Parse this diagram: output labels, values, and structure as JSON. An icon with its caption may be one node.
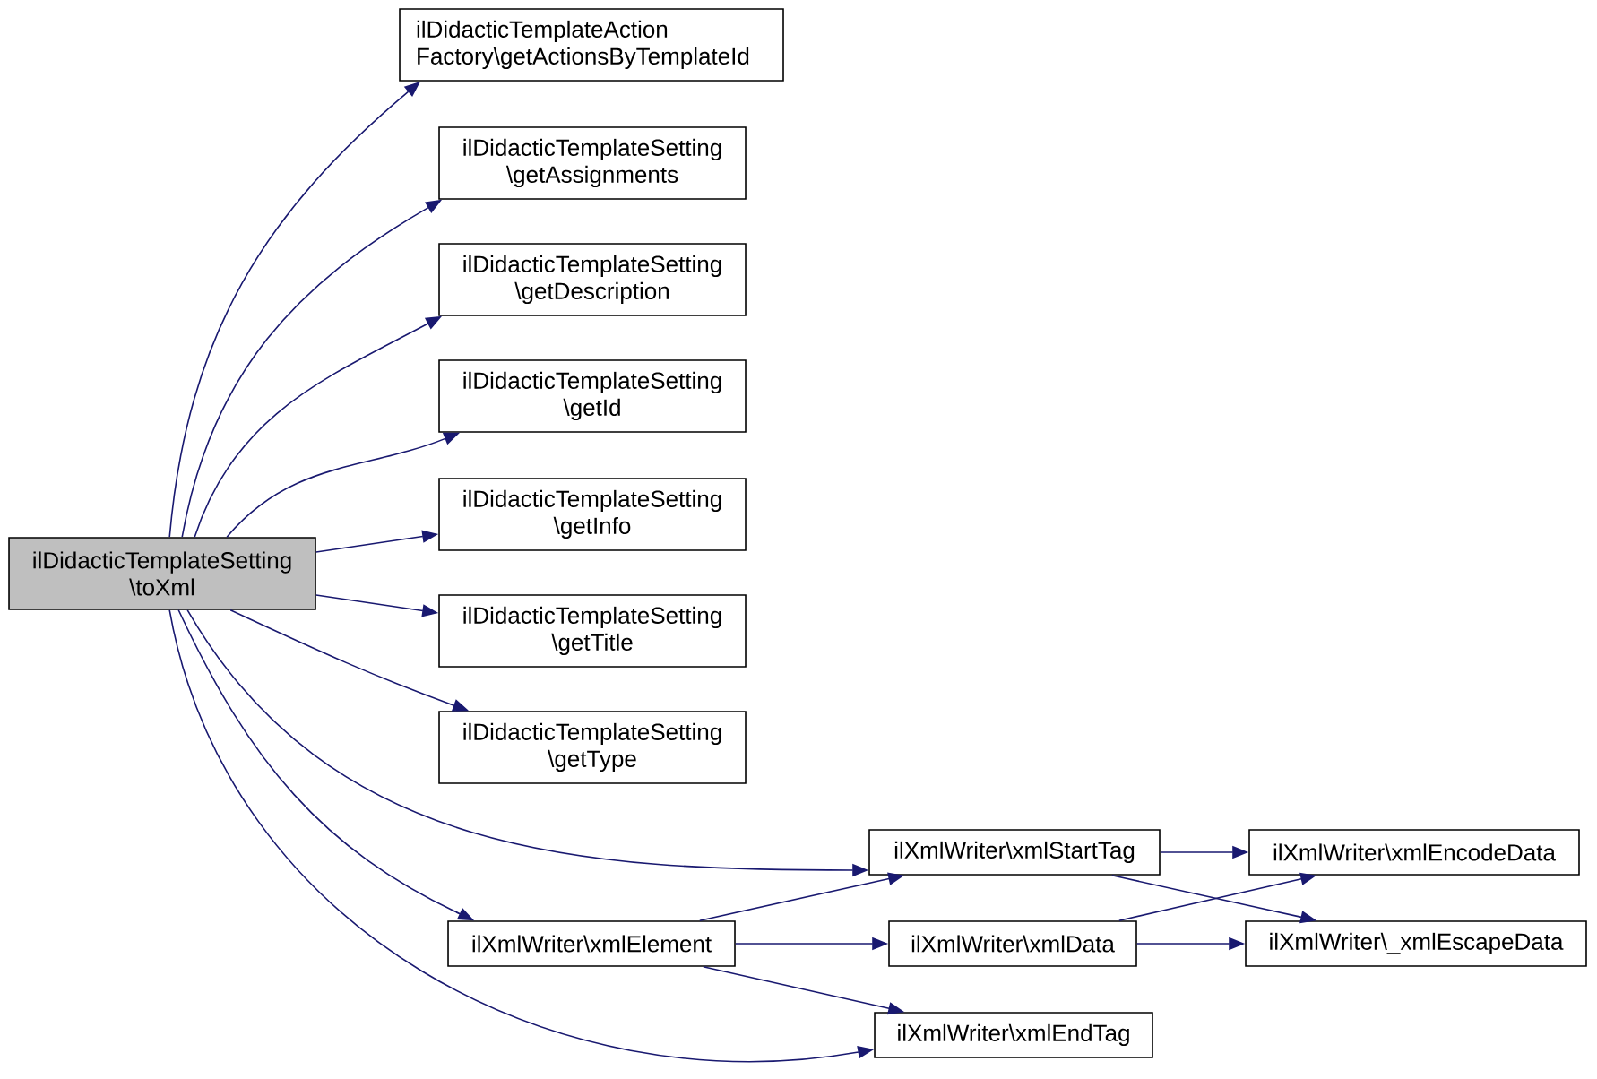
{
  "diagram": {
    "nodes": [
      {
        "text": [
          "ilDidacticTemplateSetting \\toXml"
        ]
      },
      {
        "text": [
          "ilDidacticTemplateAction Factory\\getActionsByTemplateId"
        ]
      },
      {
        "text": [
          "ilDidacticTemplateSetting \\getAssignments"
        ]
      },
      {
        "text": [
          "ilDidacticTemplateSetting \\getDescription"
        ]
      },
      {
        "text": [
          "ilDidacticTemplateSetting \\getId"
        ]
      },
      {
        "text": [
          "ilDidacticTemplateSetting \\getInfo"
        ]
      },
      {
        "text": [
          "ilDidacticTemplateSetting \\getTitle"
        ]
      },
      {
        "text": [
          "ilDidacticTemplateSetting \\getType"
        ]
      },
      {
        "text": [
          "ilXmlWriter\\xmlStartTag"
        ]
      },
      {
        "text": [
          "ilXmlWriter\\xmlElement"
        ]
      },
      {
        "text": [
          "ilXmlWriter\\xmlData"
        ]
      },
      {
        "text": [
          "ilXmlWriter\\xmlEndTag"
        ]
      },
      {
        "text": [
          "ilXmlWriter\\xmlEncodeData"
        ]
      },
      {
        "text": [
          "ilXmlWriter\\_xmlEscapeData"
        ]
      }
    ],
    "edges": [
      {
        "from": 0,
        "to": 1,
        "arrow": "to"
      },
      {
        "from": 0,
        "to": 2,
        "arrow": "to"
      },
      {
        "from": 0,
        "to": 3,
        "arrow": "to"
      },
      {
        "from": 0,
        "to": 4,
        "arrow": "to"
      },
      {
        "from": 0,
        "to": 5,
        "arrow": "to"
      },
      {
        "from": 0,
        "to": 6,
        "arrow": "to"
      },
      {
        "from": 0,
        "to": 7,
        "arrow": "to"
      },
      {
        "from": 0,
        "to": 8,
        "arrow": "to"
      },
      {
        "from": 0,
        "to": 9,
        "arrow": "to"
      },
      {
        "from": 0,
        "to": 11,
        "arrow": "to"
      },
      {
        "from": 9,
        "to": 8,
        "arrow": "to"
      },
      {
        "from": 9,
        "to": 10,
        "arrow": "to"
      },
      {
        "from": 9,
        "to": 11,
        "arrow": "to"
      },
      {
        "from": 8,
        "to": 12,
        "arrow": "to"
      },
      {
        "from": 8,
        "to": 13,
        "arrow": "to"
      },
      {
        "from": 10,
        "to": 12,
        "arrow": "to"
      },
      {
        "from": 10,
        "to": 13,
        "arrow": "to"
      }
    ]
  }
}
